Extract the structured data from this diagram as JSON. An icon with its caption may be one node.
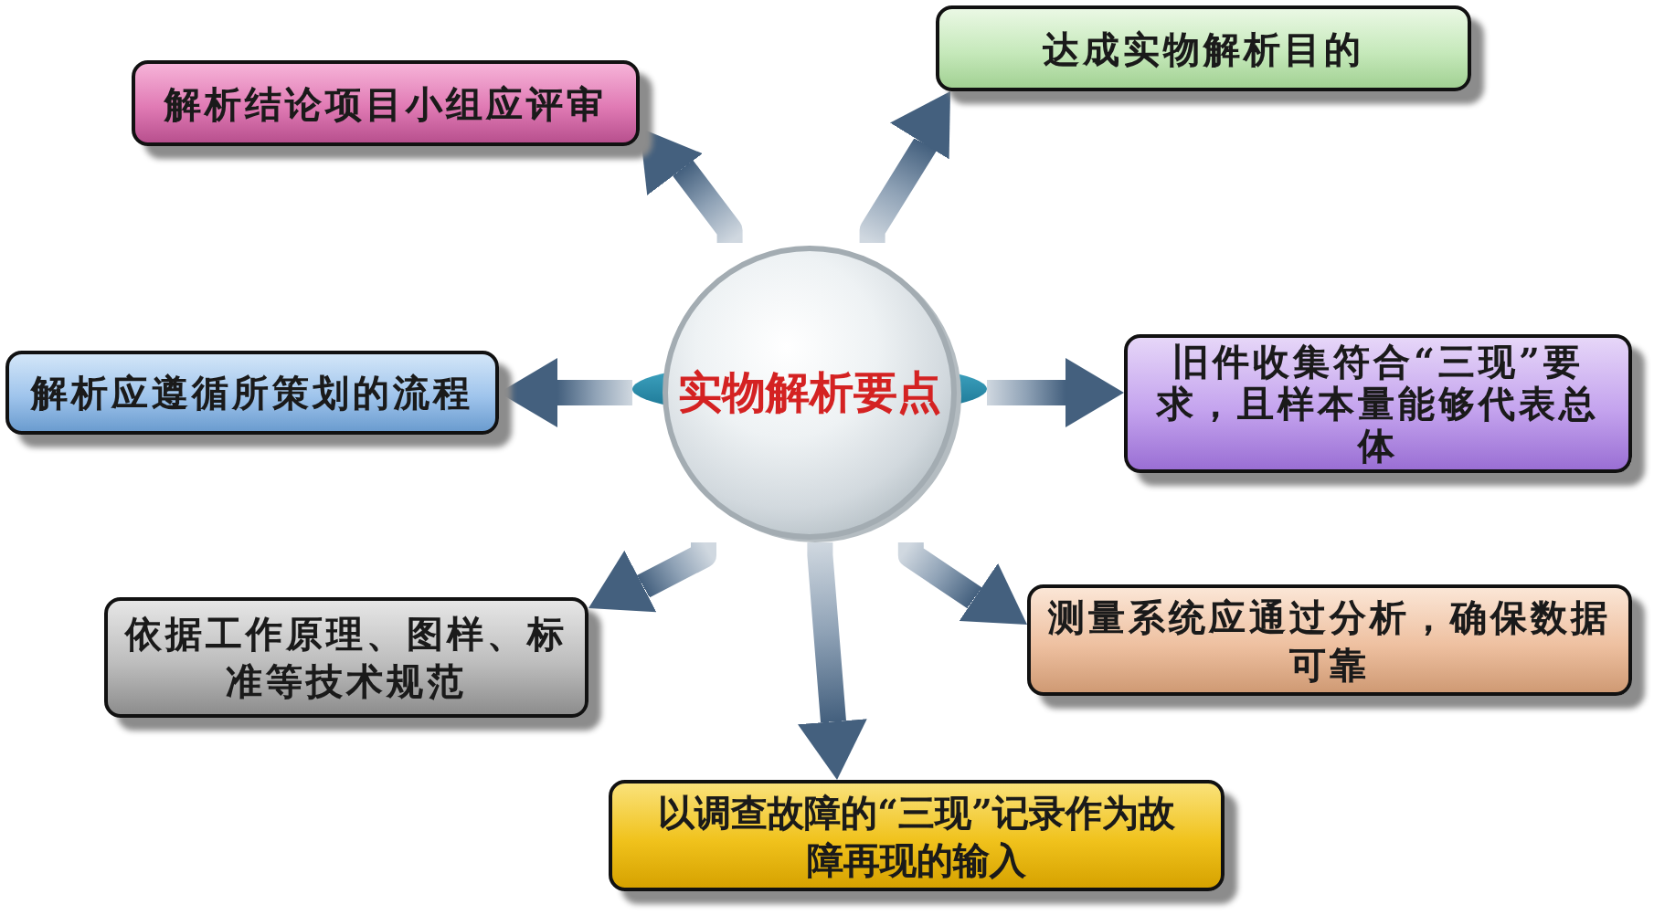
{
  "diagram": {
    "nodes": [
      {
        "text": [
          "实物解析要点"
        ]
      },
      {
        "text": [
          "解析结论项目小组应评审"
        ]
      },
      {
        "text": [
          "达成实物解析目的"
        ]
      },
      {
        "text": [
          "解析应遵循所策划的流程"
        ]
      },
      {
        "text": [
          "旧件收集符合“三现”要求，且样本量能够代表总体"
        ]
      },
      {
        "text": [
          "依据工作原理、图样、标准等技术规范"
        ]
      },
      {
        "text": [
          "测量系统应通过分析，确保数据可靠"
        ]
      },
      {
        "text": [
          "以调查故障的“三现”记录作为故障再现的输入"
        ]
      }
    ],
    "edges": [
      {
        "from": 0,
        "to": 1,
        "arrow": "to"
      },
      {
        "from": 0,
        "to": 2,
        "arrow": "to"
      },
      {
        "from": 0,
        "to": 3,
        "arrow": "to"
      },
      {
        "from": 0,
        "to": 4,
        "arrow": "to"
      },
      {
        "from": 0,
        "to": 5,
        "arrow": "to"
      },
      {
        "from": 0,
        "to": 6,
        "arrow": "to"
      },
      {
        "from": 0,
        "to": 7,
        "arrow": "to"
      }
    ]
  }
}
